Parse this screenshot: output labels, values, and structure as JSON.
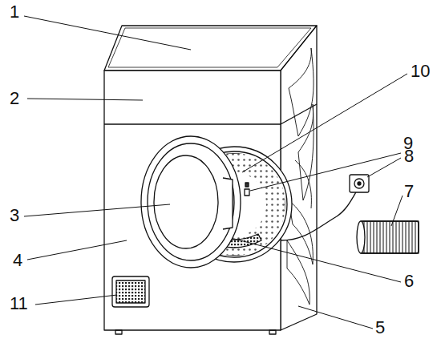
{
  "diagram": {
    "labels": [
      "1",
      "10",
      "2",
      "9",
      "8",
      "7",
      "3",
      "4",
      "6",
      "11",
      "5"
    ]
  }
}
